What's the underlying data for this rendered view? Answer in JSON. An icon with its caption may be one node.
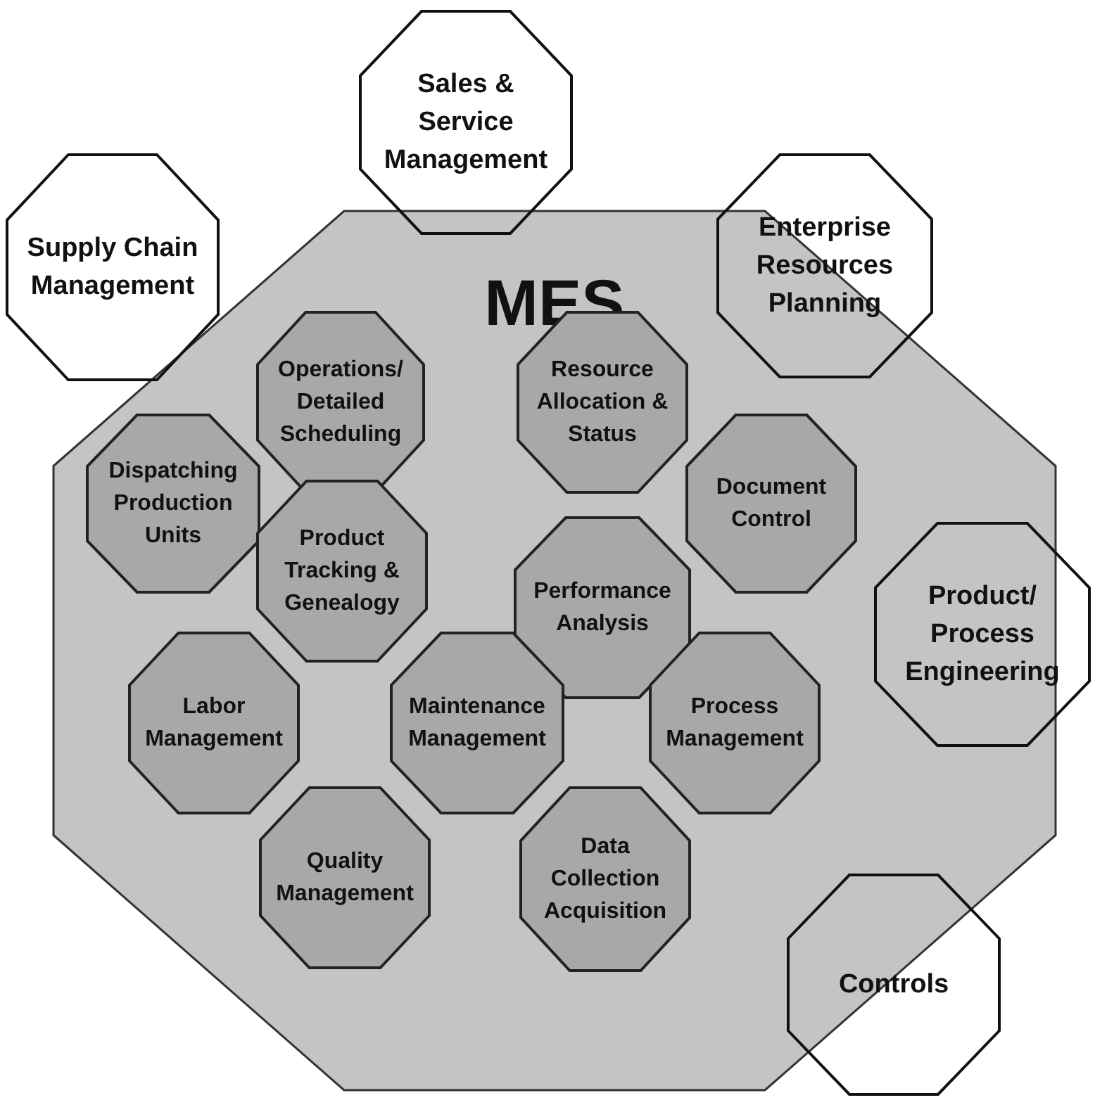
{
  "diagram": {
    "nodes": [
      {
        "text": [
          "Sales & Service Management"
        ]
      },
      {
        "text": [
          "Supply Chain Management"
        ]
      },
      {
        "text": [
          "Enterprise Resources Planning"
        ]
      },
      {
        "text": [
          "MES"
        ]
      },
      {
        "text": [
          "Operations/ Detailed Scheduling"
        ],
        "in": 3
      },
      {
        "text": [
          "Resource Allocation & Status"
        ],
        "in": 3
      },
      {
        "text": [
          "Dispatching Production Units"
        ],
        "in": 3
      },
      {
        "text": [
          "Document Control"
        ],
        "in": 3
      },
      {
        "text": [
          "Product Tracking & Genealogy"
        ],
        "in": 3
      },
      {
        "text": [
          "Performance Analysis"
        ],
        "in": 3
      },
      {
        "text": [
          "Product/ Process Engineering"
        ]
      },
      {
        "text": [
          "Labor Management"
        ],
        "in": 3
      },
      {
        "text": [
          "Maintenance Management"
        ],
        "in": 3
      },
      {
        "text": [
          "Process Management"
        ],
        "in": 3
      },
      {
        "text": [
          "Quality Management"
        ],
        "in": 3
      },
      {
        "text": [
          "Data Collection Acquisition"
        ],
        "in": 3
      },
      {
        "text": [
          "Controls"
        ]
      }
    ]
  }
}
